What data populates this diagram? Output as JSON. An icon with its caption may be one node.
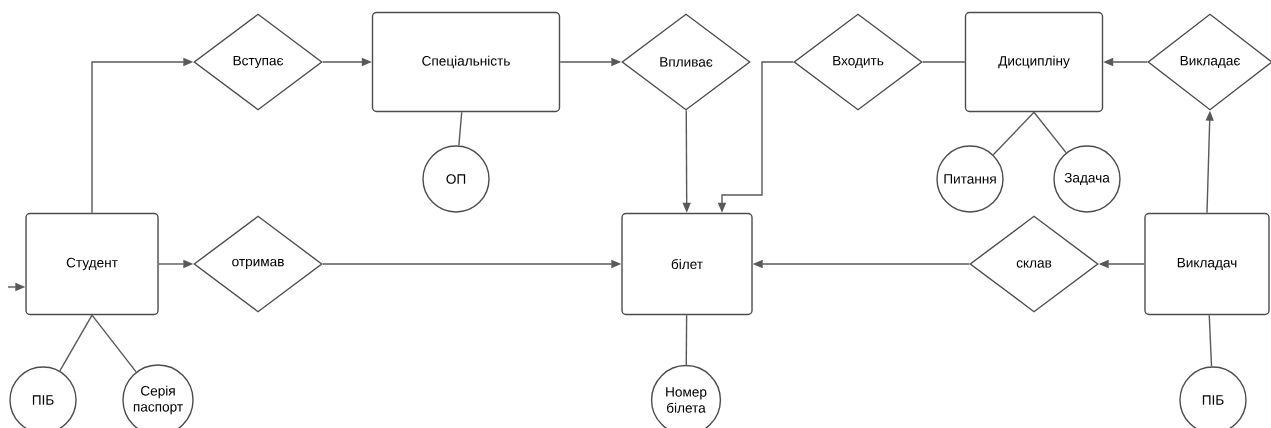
{
  "diagram": {
    "nodes": [
      {
        "text": [
          "Вступає"
        ]
      },
      {
        "text": [
          "Спеціальність"
        ]
      },
      {
        "text": [
          "Впливає"
        ]
      },
      {
        "text": [
          "Входить"
        ]
      },
      {
        "text": [
          "Дисципліну"
        ]
      },
      {
        "text": [
          "Викладає"
        ]
      },
      {
        "text": [
          "ОП"
        ]
      },
      {
        "text": [
          "Питання"
        ]
      },
      {
        "text": [
          "Задача"
        ]
      },
      {
        "text": [
          "Студент"
        ]
      },
      {
        "text": [
          "отримав"
        ]
      },
      {
        "text": [
          "білет"
        ]
      },
      {
        "text": [
          "склав"
        ]
      },
      {
        "text": [
          "Викладач"
        ]
      },
      {
        "text": [
          "ПІБ"
        ]
      },
      {
        "text": [
          "Серія паспорт"
        ]
      },
      {
        "text": [
          "Номер білета"
        ]
      },
      {
        "text": [
          "ПІБ"
        ]
      }
    ],
    "edges": [
      {
        "from": 9,
        "to": 0,
        "arrow": "to"
      },
      {
        "from": 0,
        "to": 1,
        "arrow": "to"
      },
      {
        "from": 1,
        "to": 2,
        "arrow": "to"
      },
      {
        "from": 2,
        "to": 11,
        "arrow": "to"
      },
      {
        "from": 3,
        "to": 11,
        "arrow": "to"
      },
      {
        "from": 3,
        "to": 4,
        "arrow": "none"
      },
      {
        "from": 5,
        "to": 4,
        "arrow": "to"
      },
      {
        "from": 13,
        "to": 5,
        "arrow": "to"
      },
      {
        "from": 13,
        "to": 12,
        "arrow": "to"
      },
      {
        "from": 12,
        "to": 11,
        "arrow": "to"
      },
      {
        "from": 9,
        "to": 10,
        "arrow": "to"
      },
      {
        "from": 10,
        "to": 11,
        "arrow": "to"
      },
      {
        "from": null,
        "to": 9,
        "arrow": "to"
      },
      {
        "from": 1,
        "to": 6,
        "arrow": "none"
      },
      {
        "from": 9,
        "to": 14,
        "arrow": "none"
      },
      {
        "from": 9,
        "to": 15,
        "arrow": "none"
      },
      {
        "from": 4,
        "to": 7,
        "arrow": "none"
      },
      {
        "from": 4,
        "to": 8,
        "arrow": "none"
      },
      {
        "from": 11,
        "to": 16,
        "arrow": "none"
      },
      {
        "from": 13,
        "to": 17,
        "arrow": "none"
      }
    ]
  }
}
